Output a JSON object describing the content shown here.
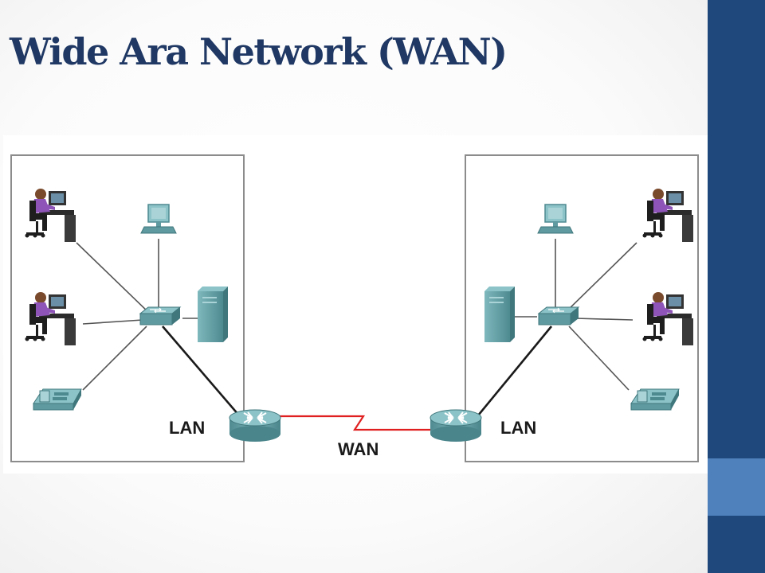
{
  "slide": {
    "title": "Wide Ara Network (WAN)"
  },
  "diagram": {
    "left_network_label": "LAN",
    "right_network_label": "LAN",
    "wan_link_label": "WAN",
    "colors": {
      "device_teal": "#5e9aa0",
      "wan_link": "#e02020",
      "lan_box_border": "#8c8c8c",
      "sidebar_dark": "#1f497d",
      "sidebar_accent": "#4f81bd",
      "title": "#1f3864"
    }
  }
}
